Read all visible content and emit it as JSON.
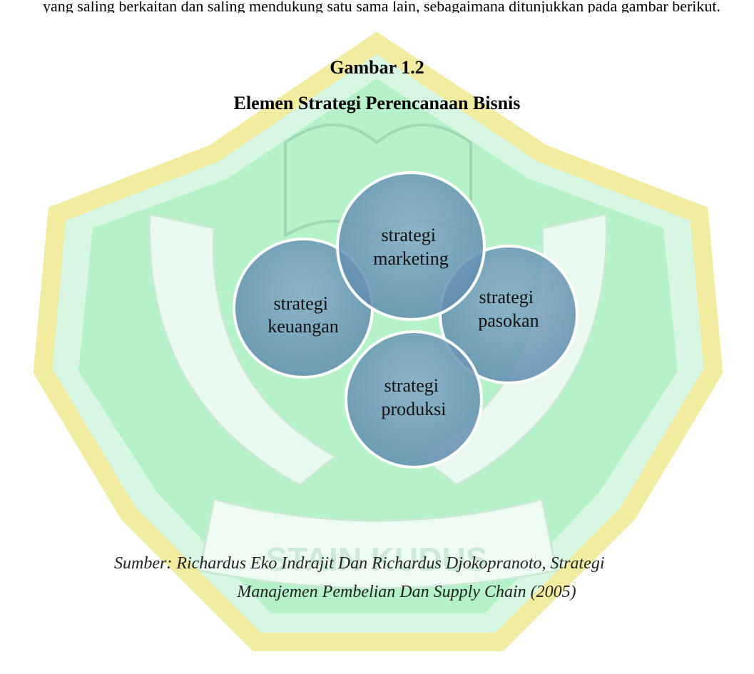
{
  "header": {
    "top_line": "yang saling berkaitan dan saling mendukung satu sama lain, sebagaimana ditunjukkan pada gambar berikut."
  },
  "figure": {
    "number": "Gambar 1.2",
    "title": "Elemen Strategi Perencanaan Bisnis"
  },
  "diagram": {
    "nodes": [
      {
        "line1": "strategi",
        "line2": "keuangan"
      },
      {
        "line1": "strategi",
        "line2": "pasokan"
      },
      {
        "line1": "strategi",
        "line2": "produksi"
      },
      {
        "line1": "strategi",
        "line2": "marketing"
      }
    ],
    "colors": {
      "fill": "#6f97b8",
      "stroke": "#ffffff",
      "text": "#111111"
    }
  },
  "source": {
    "line1": "Sumber: Richardus Eko Indrajit Dan Richardus Djokopranoto, Strategi",
    "line2": "Manajemen Pembelian Dan Supply Chain (2005)"
  },
  "watermark": {
    "banner_text": "STAIN KUDUS",
    "colors": {
      "green": "#aef2c6",
      "green_light": "#d6fae3",
      "yellow": "#f5efa8",
      "outline": "#c8ead2"
    }
  }
}
